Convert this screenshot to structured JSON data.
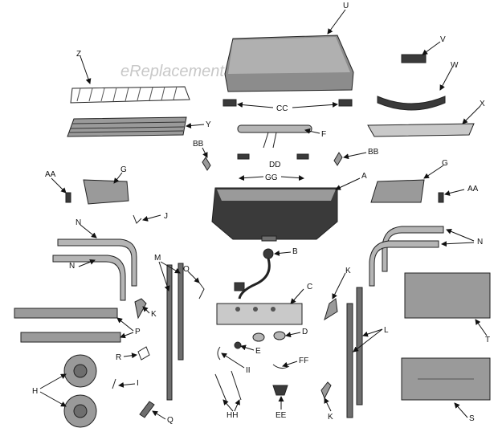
{
  "watermark": "eReplacementParts.com",
  "labels": {
    "U": "U",
    "V": "V",
    "W": "W",
    "X": "X",
    "Z": "Z",
    "Y": "Y",
    "CC": "CC",
    "F": "F",
    "BB_left": "BB",
    "BB_right": "BB",
    "DD": "DD",
    "GG": "GG",
    "A": "A",
    "G_left": "G",
    "G_right": "G",
    "AA_left": "AA",
    "AA_right": "AA",
    "J": "J",
    "N_top_left": "N",
    "N_mid_left": "N",
    "N_right": "N",
    "B": "B",
    "M": "M",
    "O": "O",
    "K_left": "K",
    "K_right": "K",
    "K_bottom": "K",
    "C": "C",
    "D": "D",
    "E": "E",
    "L": "L",
    "T": "T",
    "P": "P",
    "R": "R",
    "II": "II",
    "FF": "FF",
    "H": "H",
    "I": "I",
    "Q": "Q",
    "HH": "HH",
    "EE": "EE",
    "S": "S"
  },
  "colors": {
    "line": "#222222",
    "steel": "#9a9a9a",
    "dark": "#3a3a3a",
    "mid": "#6e6e6e",
    "light": "#c9c9c9"
  }
}
